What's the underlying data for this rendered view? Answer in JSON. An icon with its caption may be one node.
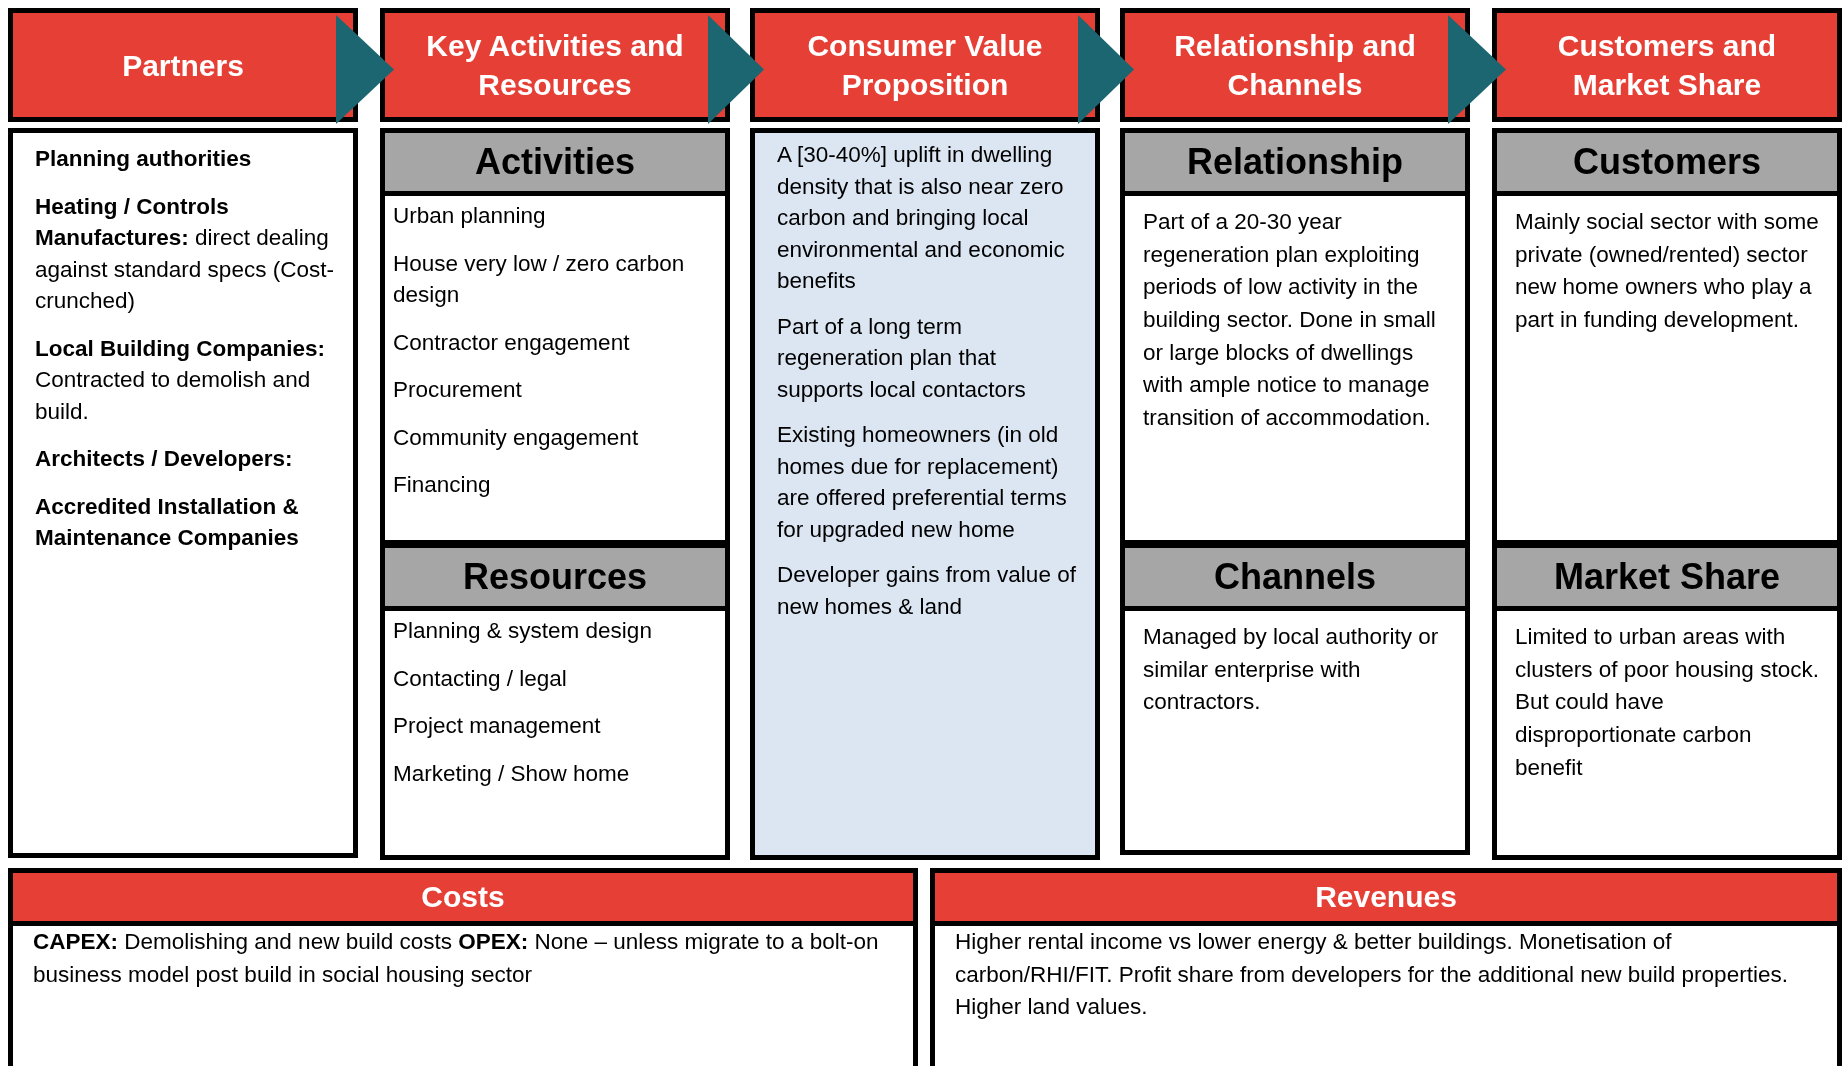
{
  "diagram": {
    "nodes": [
      {
        "text": [
          "Partners"
        ]
      },
      {
        "text": [
          "Key Activities and Resources"
        ]
      },
      {
        "text": [
          "Consumer Value Proposition"
        ]
      },
      {
        "text": [
          "Relationship and Channels"
        ]
      },
      {
        "text": [
          "Customers and Market Share"
        ]
      },
      {
        "text": [
          "**Planning authorities**",
          "**Heating / Controls Manufactures:** direct dealing against standard specs (Cost-crunched)",
          "**Local Building Companies:** Contracted to demolish and build.",
          "**Architects / Developers:**",
          "**Accredited Installation & Maintenance Companies**"
        ]
      },
      {
        "text": [
          "Activities",
          "Urban planning",
          "House very low / zero carbon design",
          "Contractor engagement",
          "Procurement",
          "Community engagement",
          "Financing"
        ]
      },
      {
        "text": [
          "Resources",
          "Planning & system design",
          "Contacting / legal",
          "Project management",
          "Marketing / Show home"
        ]
      },
      {
        "text": [
          "A [30-40%] uplift in dwelling density that is also near zero carbon and bringing local environmental and economic benefits",
          "Part of a long term regeneration plan that supports local contactors",
          "Existing homeowners (in old homes due for replacement) are offered preferential terms for upgraded new home",
          "Developer gains from value of new homes & land"
        ]
      },
      {
        "text": [
          "Relationship",
          "Part of a 20-30 year regeneration plan exploiting periods of low activity in the building sector. Done in small or large blocks of dwellings with ample notice to manage transition of accommodation."
        ]
      },
      {
        "text": [
          "Channels",
          "Managed by local authority or similar enterprise with contractors."
        ]
      },
      {
        "text": [
          "Customers",
          "Mainly social sector with some private (owned/rented) sector new home owners who play a part in funding development."
        ]
      },
      {
        "text": [
          "Market Share",
          "Limited to urban areas with clusters of poor housing stock. But could have disproportionate carbon benefit"
        ]
      },
      {
        "text": [
          "Costs",
          "**CAPEX:** Demolishing and new build costs **OPEX:** None – unless migrate to a bolt-on business model post build in social housing sector"
        ]
      },
      {
        "text": [
          "Revenues",
          "Higher rental income vs lower energy & better buildings. Monetisation of carbon/RHI/FIT. Profit share from developers for the additional new build properties. Higher land values."
        ]
      }
    ],
    "edges": [
      {
        "from": 0,
        "to": 1,
        "arrow": "to",
        "style": "thick"
      },
      {
        "from": 1,
        "to": 2,
        "arrow": "to",
        "style": "thick"
      },
      {
        "from": 2,
        "to": 3,
        "arrow": "to",
        "style": "thick"
      },
      {
        "from": 3,
        "to": 4,
        "arrow": "to",
        "style": "thick"
      }
    ]
  }
}
